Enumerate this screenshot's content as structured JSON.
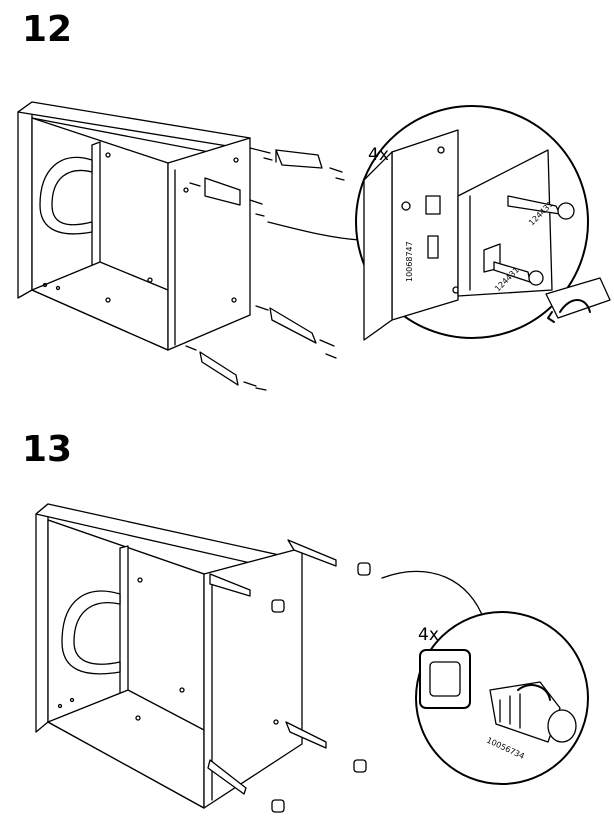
{
  "steps": [
    {
      "number": "12",
      "detail": {
        "quantity": "4x",
        "part_id_panel": "10068747",
        "part_id_screw_top": "124431",
        "part_id_screw_bottom": "124431"
      }
    },
    {
      "number": "13",
      "detail": {
        "quantity": "4x",
        "part_id_foot": "10056734"
      }
    }
  ]
}
